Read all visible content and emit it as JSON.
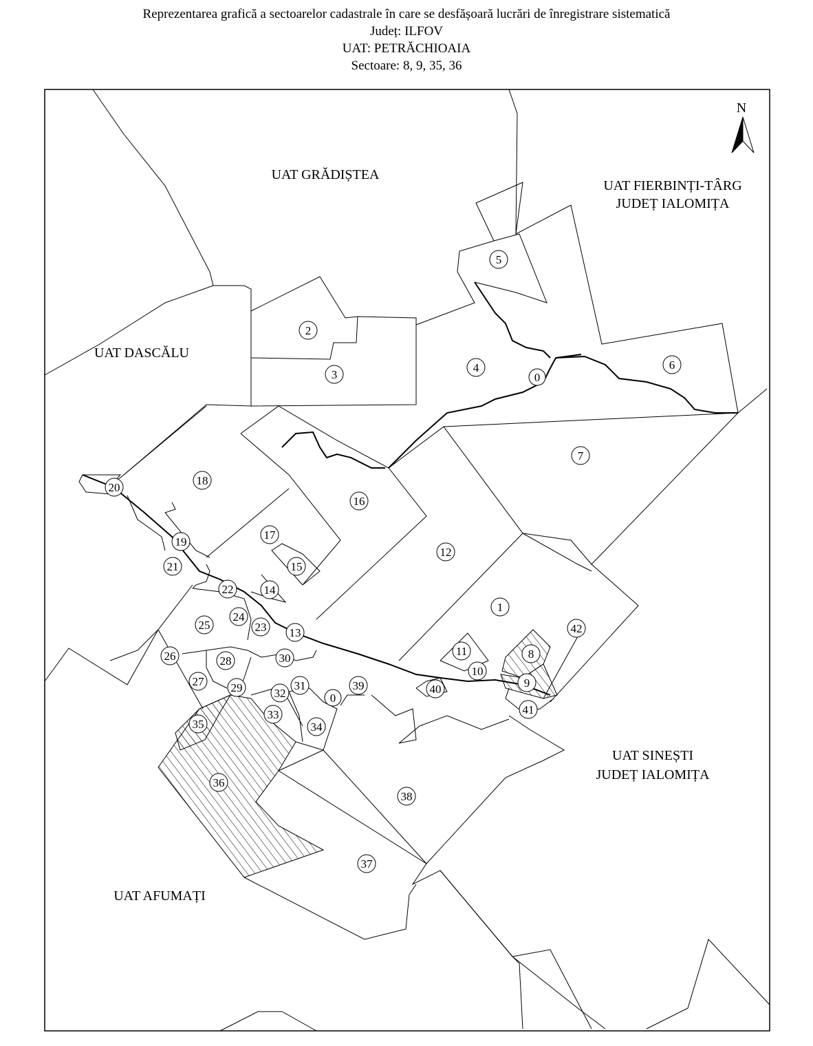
{
  "header": {
    "line1": "Reprezentarea grafică a sectoarelor cadastrale în care se desfășoară lucrări de înregistrare sistematică",
    "line2": "Județ: ILFOV",
    "line3": "UAT: PETRĂCHIOAIA",
    "line4": "Sectoare: 8, 9, 35, 36"
  },
  "north_arrow": {
    "label": "N"
  },
  "neighbors": {
    "gradistea": "UAT GRĂDIȘTEA",
    "fierbinti_1": "UAT FIERBINȚI-TÂRG",
    "fierbinti_2": "JUDEȚ IALOMIȚA",
    "dascalu": "UAT DASCĂLU",
    "sinesti_1": "UAT SINEȘTI",
    "sinesti_2": "JUDEȚ IALOMIȚA",
    "afumati": "UAT AFUMAȚI"
  },
  "sectors": {
    "s1": "1",
    "s2": "2",
    "s3": "3",
    "s4": "4",
    "s5": "5",
    "s6": "6",
    "s7": "7",
    "s8": "8",
    "s9": "9",
    "s10": "10",
    "s11": "11",
    "s12": "12",
    "s13": "13",
    "s14": "14",
    "s15": "15",
    "s16": "16",
    "s17": "17",
    "s18": "18",
    "s19": "19",
    "s20": "20",
    "s21": "21",
    "s22": "22",
    "s23": "23",
    "s24": "24",
    "s25": "25",
    "s26": "26",
    "s27": "27",
    "s28": "28",
    "s29": "29",
    "s30": "30",
    "s31": "31",
    "s32": "32",
    "s33": "33",
    "s34": "34",
    "s35": "35",
    "s36": "36",
    "s37": "37",
    "s38": "38",
    "s39": "39",
    "s40": "40",
    "s41": "41",
    "s42": "42",
    "s0a": "0",
    "s0b": "0"
  },
  "highlighted_sectors": [
    "8",
    "9",
    "35",
    "36"
  ]
}
